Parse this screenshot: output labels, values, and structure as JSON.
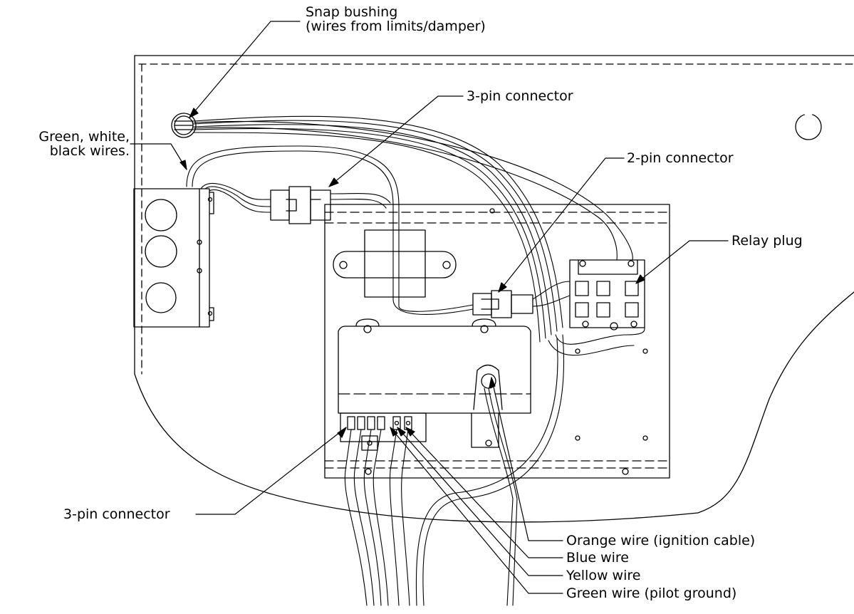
{
  "diagram": {
    "labels": {
      "snap_bushing_line1": "Snap bushing",
      "snap_bushing_line2": "(wires from limits/damper)",
      "three_pin_top": "3-pin connector",
      "green_white_black_line1": "Green, white,",
      "green_white_black_line2": "black wires.",
      "two_pin": "2-pin connector",
      "relay_plug": "Relay plug",
      "three_pin_bottom": "3-pin connector",
      "orange_wire": "Orange wire (ignition cable)",
      "blue_wire": "Blue wire",
      "yellow_wire": "Yellow wire",
      "green_wire": "Green wire (pilot ground)"
    },
    "colors": {
      "line": "#000000",
      "background": "#ffffff"
    }
  }
}
